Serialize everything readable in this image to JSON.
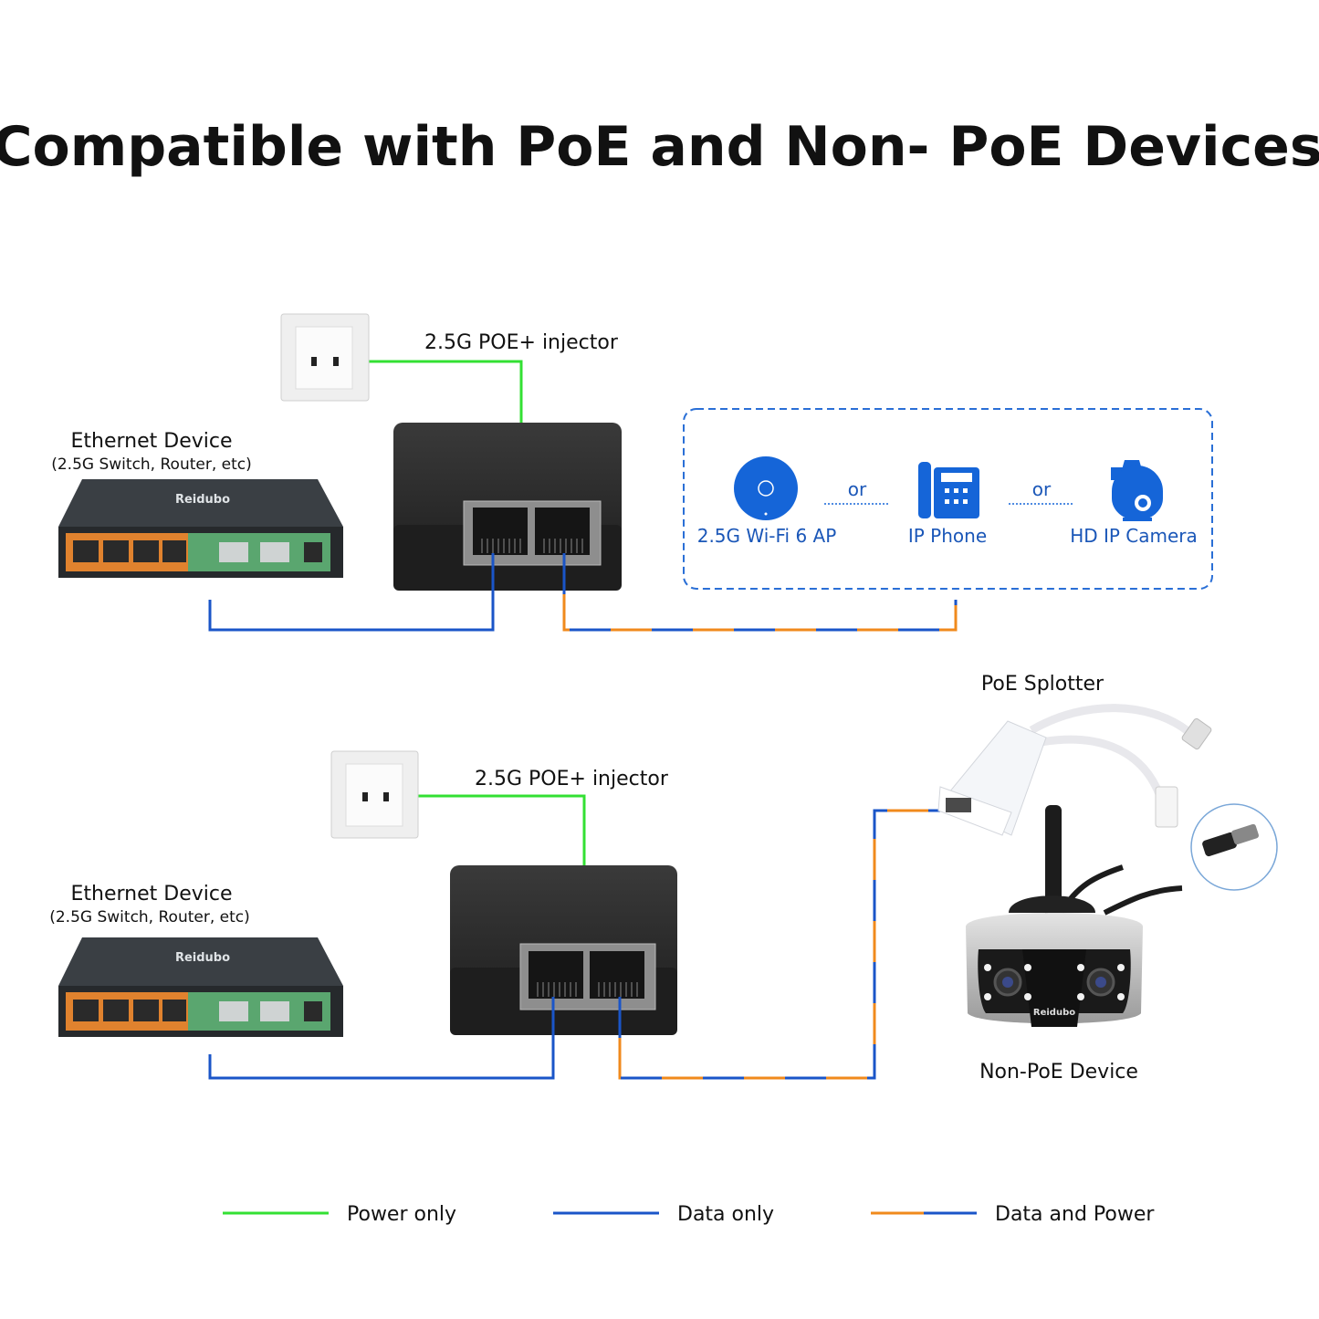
{
  "title": "Compatible with PoE and Non- PoE Devices",
  "colors": {
    "power": "#33e033",
    "data": "#1a55c8",
    "data_power_orange": "#f08a1c",
    "device_blue": "#1565d8",
    "box_dash": "#2a6fd6"
  },
  "top": {
    "injector_label": "2.5G POE+ injector",
    "ethernet_title": "Ethernet Device",
    "ethernet_sub": "(2.5G Switch, Router, etc)",
    "switch_brand": "Reidubo",
    "devices": [
      {
        "icon": "wifi-ap-icon",
        "label": "2.5G Wi-Fi 6 AP"
      },
      {
        "icon": "ip-phone-icon",
        "label": "IP Phone"
      },
      {
        "icon": "ip-camera-icon",
        "label": "HD IP Camera"
      }
    ],
    "separator": "or"
  },
  "bottom": {
    "injector_label": "2.5G POE+ injector",
    "ethernet_title": "Ethernet Device",
    "ethernet_sub": "(2.5G Switch, Router, etc)",
    "switch_brand": "Reidubo",
    "splitter_label": "PoE Splotter",
    "nonpoe_label": "Non-PoE Device",
    "camera_brand": "Reidubo"
  },
  "legend": [
    {
      "key": "power",
      "label": "Power only"
    },
    {
      "key": "data",
      "label": "Data only"
    },
    {
      "key": "data_power",
      "label": "Data and Power"
    }
  ]
}
